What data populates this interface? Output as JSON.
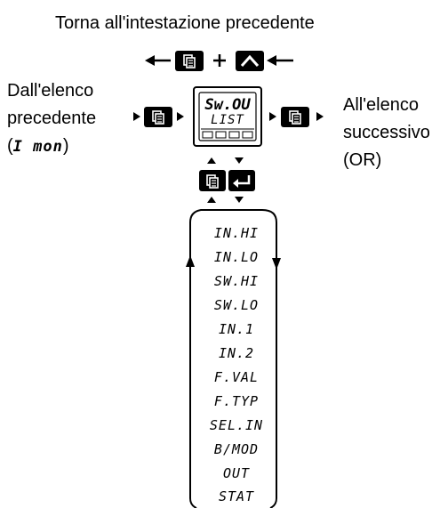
{
  "header": {
    "back_text": "Torna all'intestazione precedente"
  },
  "left_note": {
    "line1": "Dall'elenco",
    "line2": "precedente",
    "line3_prefix": "(",
    "line3_code": "I mon",
    "line3_suffix": ")"
  },
  "right_note": {
    "line1": "All'elenco",
    "line2": "successivo",
    "line3": "(OR)"
  },
  "display": {
    "line1": "Sw.OU",
    "line2": "LIST"
  },
  "parameters": [
    "IN.HI",
    "IN.LO",
    "SW.HI",
    "SW.LO",
    "IN.1",
    "IN.2",
    "F.VAL",
    "F.TYP",
    "SEL.IN",
    "B/MOD",
    "OUT",
    "STAT"
  ],
  "icons": {
    "page": "page-key-icon",
    "up": "up-key-icon",
    "enter": "enter-key-icon",
    "arrow": "arrow-icon"
  }
}
